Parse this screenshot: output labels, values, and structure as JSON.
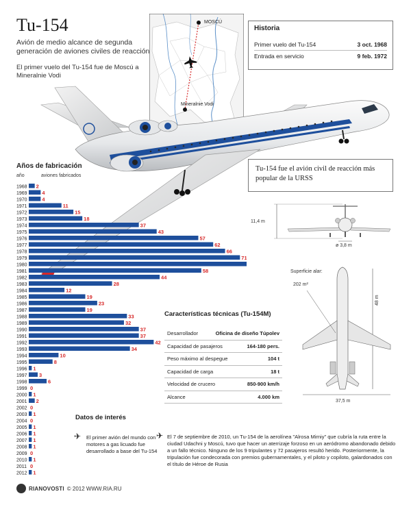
{
  "header": {
    "title": "Tu-154",
    "subtitle": "Avión de medio alcance de segunda generación de aviones civiles de reacción",
    "first_flight_note": "El primer vuelo del Tu-154 fue de Moscú a Mineralnie Vodi"
  },
  "map": {
    "city_start": "MOSCÚ",
    "city_end": "Mineralnie Vodi"
  },
  "history": {
    "title": "Historia",
    "rows": [
      {
        "label": "Primer vuelo del Tu-154",
        "value": "3 oct. 1968"
      },
      {
        "label": "Entrada en servicio",
        "value": "9 feb. 1972"
      }
    ]
  },
  "popular_note": "Tu-154 fue el avión civil de reacción más popular de la URSS",
  "production": {
    "title": "Años de fabricación",
    "col_year": "año",
    "col_count": "aviones fabricados"
  },
  "chart_data": {
    "type": "bar",
    "orientation": "horizontal",
    "title": "Años de fabricación",
    "xlabel": "aviones fabricados",
    "ylabel": "año",
    "categories": [
      "1968",
      "1969",
      "1970",
      "1971",
      "1972",
      "1973",
      "1974",
      "1975",
      "1976",
      "1977",
      "1978",
      "1979",
      "1980",
      "1981",
      "1982",
      "1983",
      "1984",
      "1985",
      "1986",
      "1987",
      "1988",
      "1989",
      "1990",
      "1991",
      "1992",
      "1993",
      "1994",
      "1995",
      "1996",
      "1997",
      "1998",
      "1999",
      "2000",
      "2001",
      "2002",
      "2003",
      "2004",
      "2005",
      "2006",
      "2007",
      "2008",
      "2009",
      "2010",
      "2011",
      "2012"
    ],
    "values": [
      2,
      4,
      4,
      11,
      15,
      18,
      37,
      43,
      57,
      62,
      66,
      71,
      76,
      58,
      44,
      28,
      12,
      19,
      23,
      19,
      33,
      32,
      37,
      37,
      42,
      34,
      10,
      8,
      1,
      3,
      6,
      0,
      1,
      2,
      0,
      1,
      0,
      1,
      1,
      1,
      1,
      0,
      1,
      0,
      1
    ],
    "xlim": [
      0,
      76
    ],
    "bar_color": "#1e4f9c",
    "label_color": "#d62828"
  },
  "specs": {
    "title": "Características técnicas (Tu-154M)",
    "rows": [
      {
        "label": "Desarrollador",
        "value": "Oficina de diseño Túpolev"
      },
      {
        "label": "Capacidad de pasajeros",
        "value": "164-180 pers."
      },
      {
        "label": "Peso máximo al despegue",
        "value": "104 t"
      },
      {
        "label": "Capacidad de carga",
        "value": "18 t"
      },
      {
        "label": "Velocidad de crucero",
        "value": "850-900 km/h"
      },
      {
        "label": "Alcance",
        "value": "4.000 km"
      }
    ]
  },
  "dimensions": {
    "height": "11,4 m",
    "fuselage_diameter": "ø 3,8 m",
    "wing_area_label": "Superficie alar:",
    "wing_area_value": "202 m²",
    "length": "48 m",
    "wingspan": "37,5 m"
  },
  "facts": {
    "title": "Datos de interés",
    "fact1": "El primer avión del mundo con motores a gas licuado fue desarrollado a base del Tu-154",
    "fact2": "El 7 de septiembre de 2010, un Tu-154 de la aerolínea \"Alrosa Mirniy\" que cubría la ruta entre la ciudad Udachni y Moscú, tuvo que hacer un aterrizaje forzoso en un aeródromo abandonado debido a un fallo técnico. Ninguno de los 9 tripulantes y 72 pasajeros resultó herido. Posteriormente, la tripulación fue condecorada con premios gubernamentales, y el piloto y copiloto, galardonados con el título de Héroe de Rusia"
  },
  "footer": {
    "brand": "RIANOVOSTI",
    "copyright": "© 2012 WWW.RIA.RU"
  },
  "colors": {
    "fuselage_stripe": "#1e4f9c",
    "map_river": "#5a8fc8",
    "route": "#d62828"
  }
}
